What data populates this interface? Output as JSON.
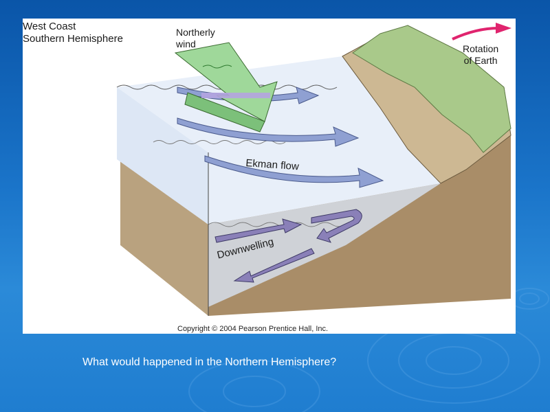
{
  "figure": {
    "location_label_line1": "West Coast",
    "location_label_line2": "Southern Hemisphere",
    "wind_label_line1": "Northerly",
    "wind_label_line2": "wind",
    "rotation_label_line1": "Rotation",
    "rotation_label_line2": "of Earth",
    "ekman_label": "Ekman flow",
    "downwelling_label": "Downwelling",
    "copyright": "Copyright © 2004 Pearson Prentice Hall, Inc."
  },
  "caption": "What would happened in the Northern Hemisphere?",
  "colors": {
    "background": "#1a74c9",
    "water": "#e6eef8",
    "seafloor": "#b29a78",
    "ekman_arrow": "#8fa0d2",
    "downwelling_arrow": "#8a80b8",
    "wind_arrow": "#9fd89a",
    "rotation_arrow": "#e0246e",
    "cliff_top": "#a9c98a"
  }
}
